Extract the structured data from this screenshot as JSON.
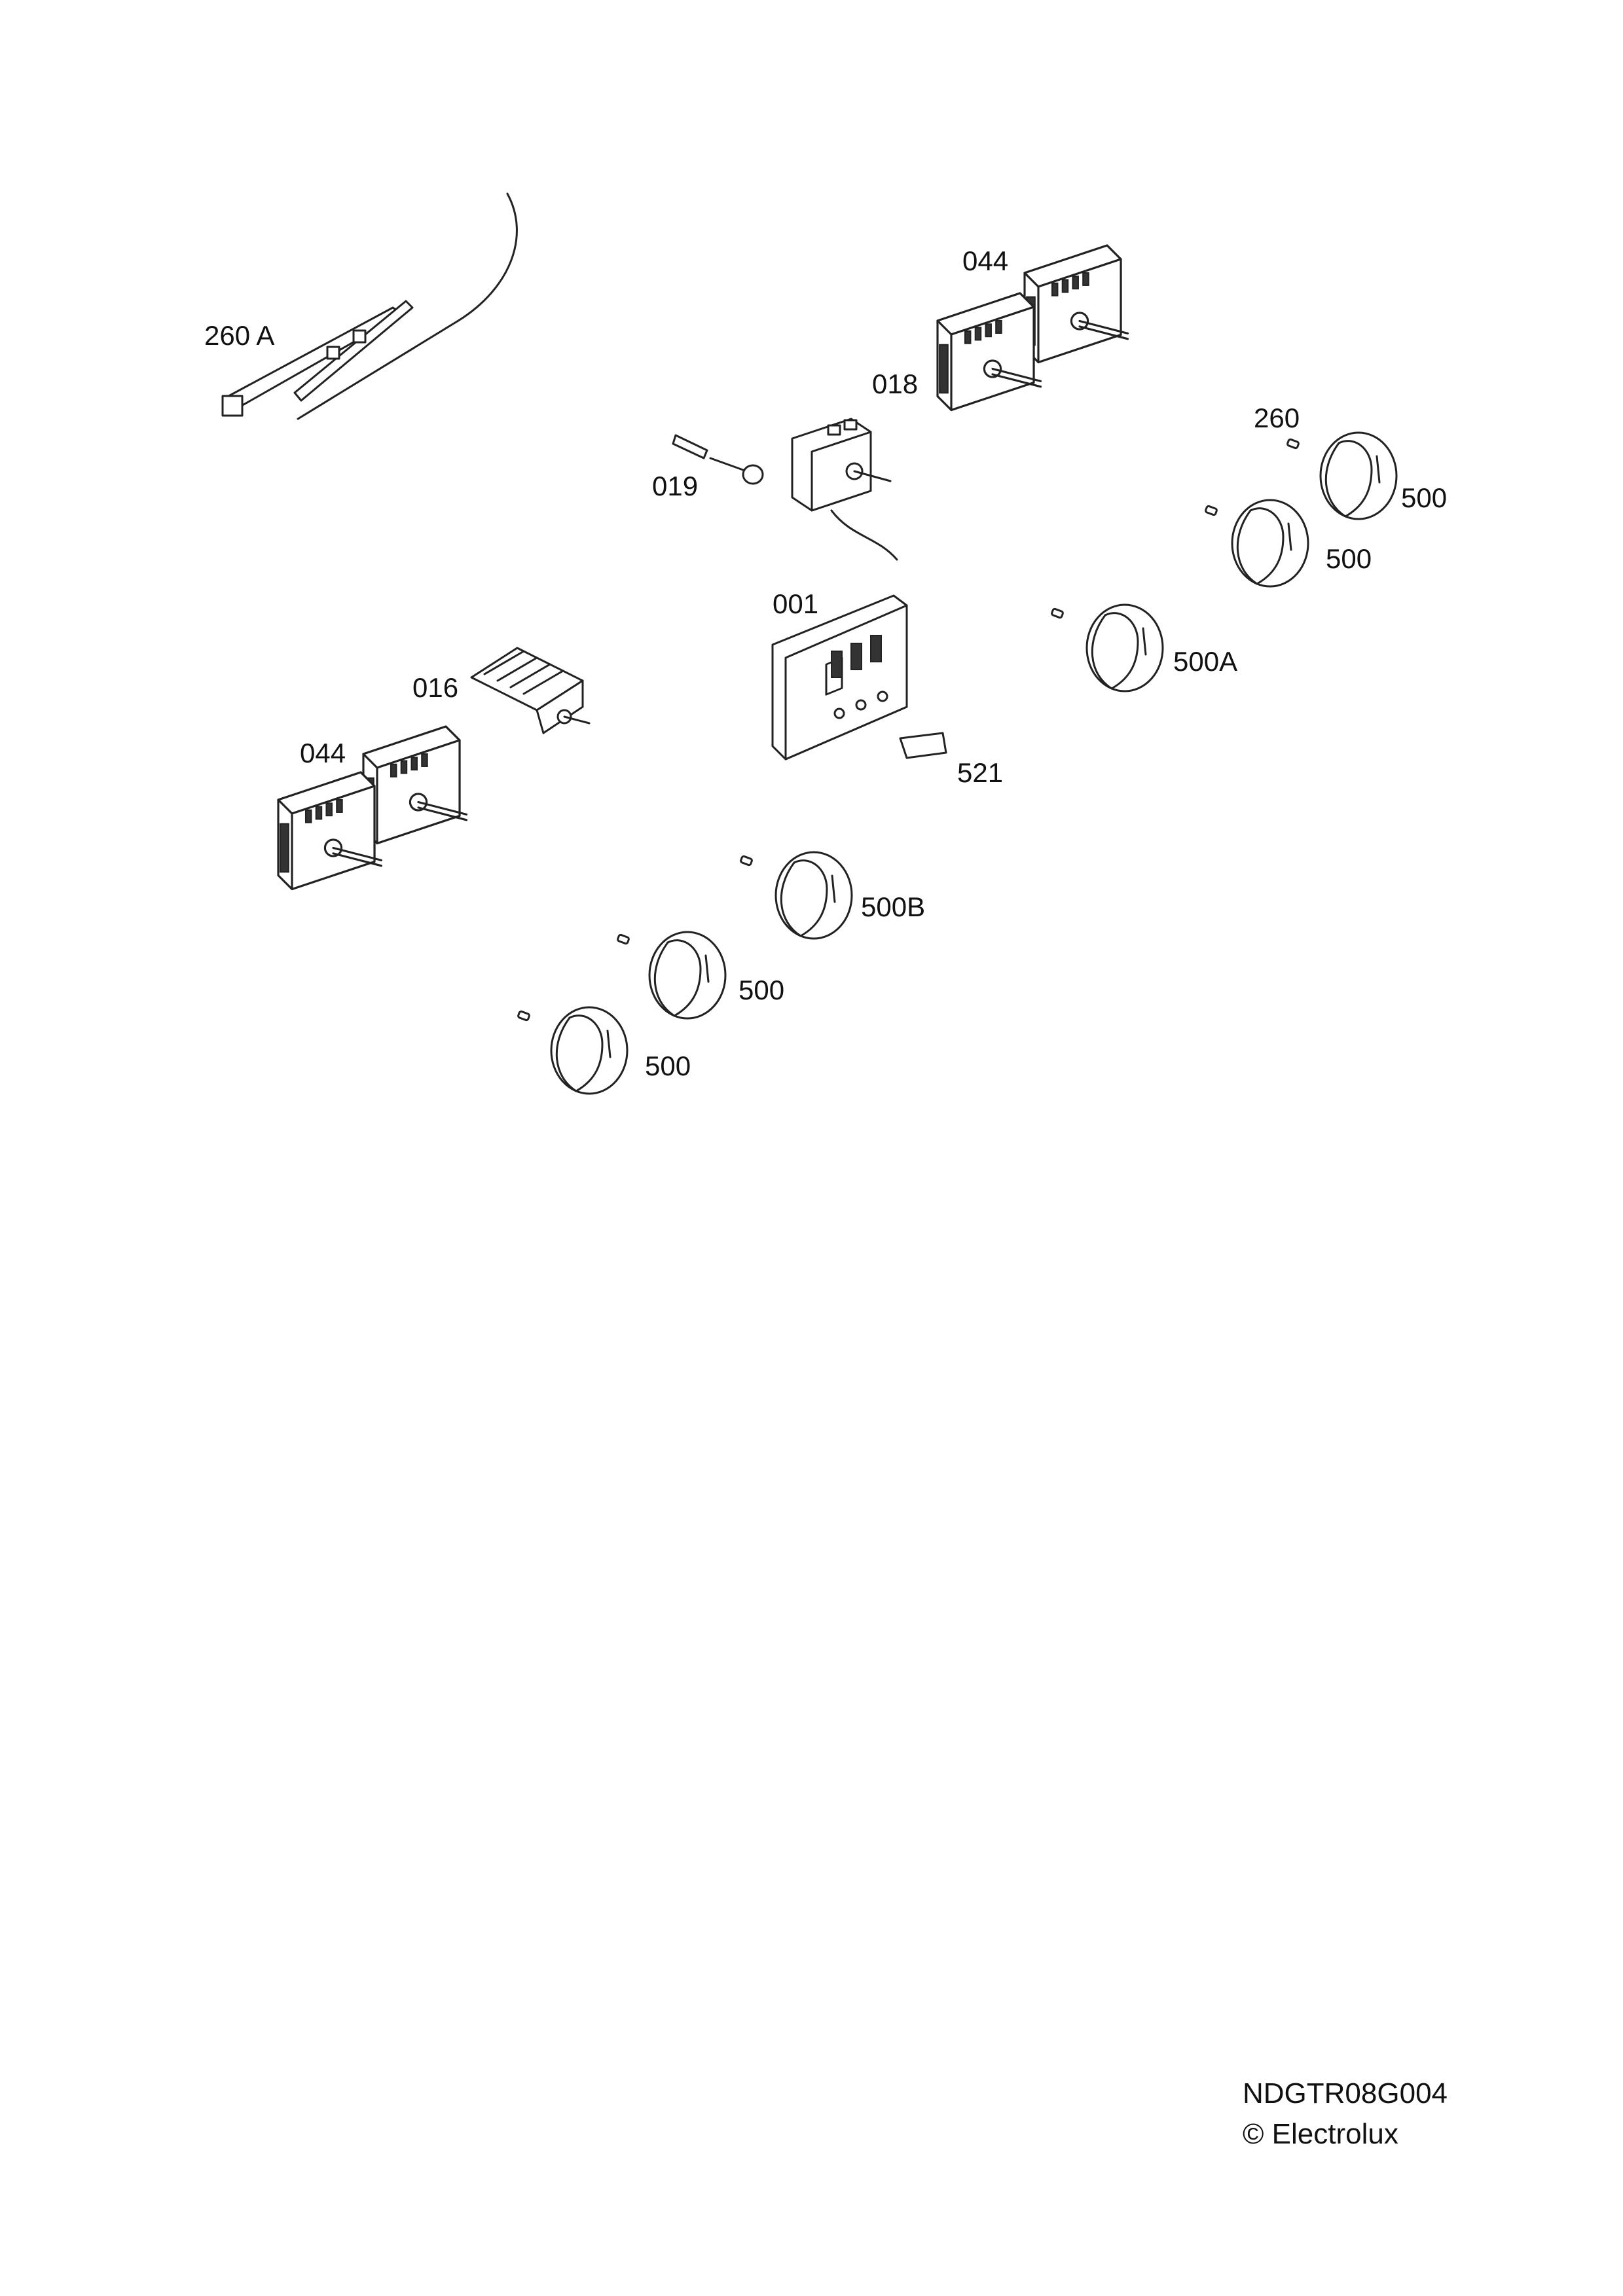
{
  "labels": {
    "p260a": "260 A",
    "p044_top": "044",
    "p018": "018",
    "p260": "260",
    "p019": "019",
    "p500_r1": "500",
    "p500_r2": "500",
    "p001": "001",
    "p500a": "500A",
    "p016": "016",
    "p521": "521",
    "p044_left": "044",
    "p500b": "500B",
    "p500_l1": "500",
    "p500_l2": "500"
  },
  "footer": {
    "code": "NDGTR08G004",
    "copyright": "© Electrolux"
  }
}
